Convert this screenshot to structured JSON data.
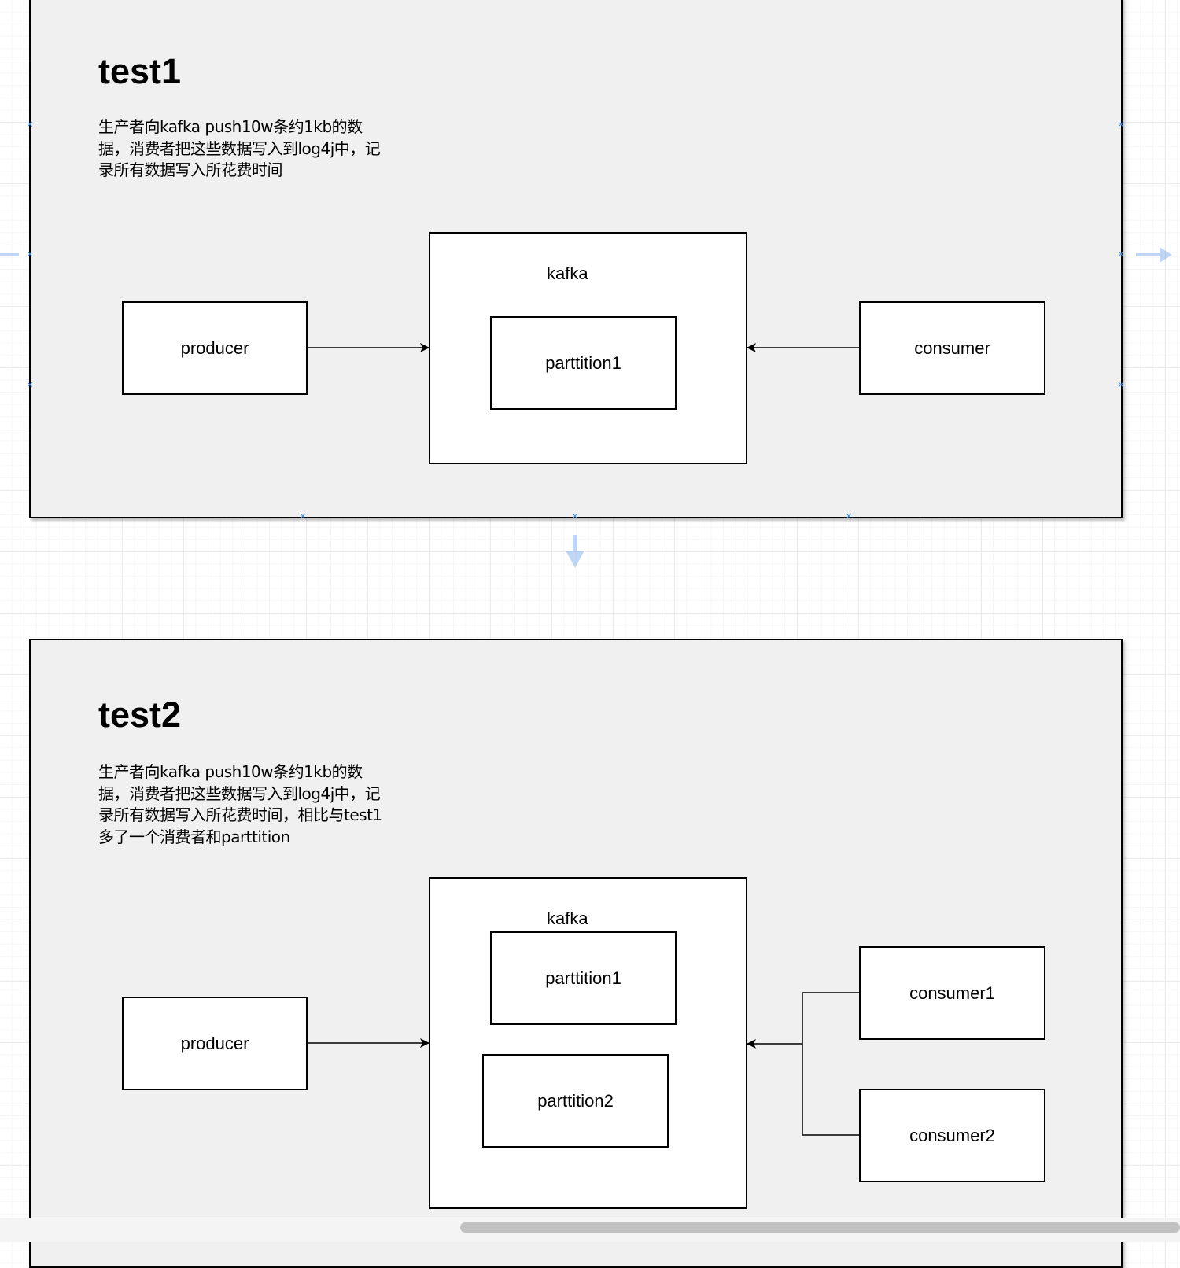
{
  "test1": {
    "title": "test1",
    "description": "生产者向kafka push10w条约1kb的数据，消费者把这些数据写入到log4j中，记录所有数据写入所花费时间",
    "producer": "producer",
    "kafka": "kafka",
    "partition1": "parttition1",
    "consumer": "consumer"
  },
  "test2": {
    "title": "test2",
    "description": "生产者向kafka push10w条约1kb的数据，消费者把这些数据写入到log4j中，记录所有数据写入所花费时间，相比与test1多了一个消费者和parttition",
    "producer": "producer",
    "kafka": "kafka",
    "partition1": "parttition1",
    "partition2": "parttition2",
    "consumer1": "consumer1",
    "consumer2": "consumer2"
  },
  "colors": {
    "panel": "#f0f0f0",
    "selection_handle": "#4a90e2"
  }
}
